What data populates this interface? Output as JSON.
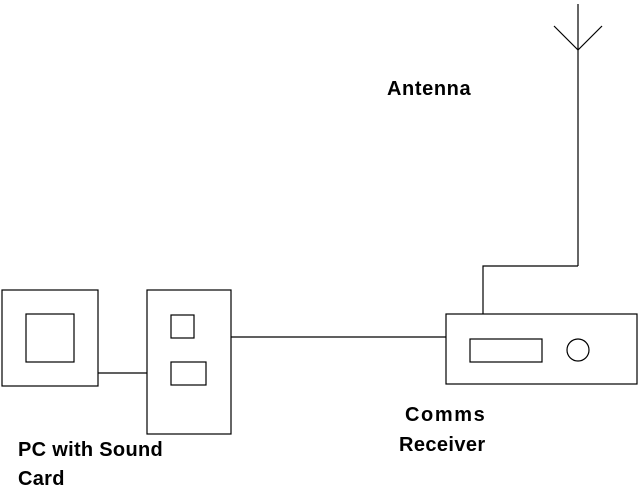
{
  "labels": {
    "antenna": "Antenna",
    "receiver_line1": "Comms",
    "receiver_line2": "Receiver",
    "pc_line1": "PC with Sound",
    "pc_line2": "Card"
  },
  "colors": {
    "background": "#ffffff",
    "stroke": "#000000"
  }
}
